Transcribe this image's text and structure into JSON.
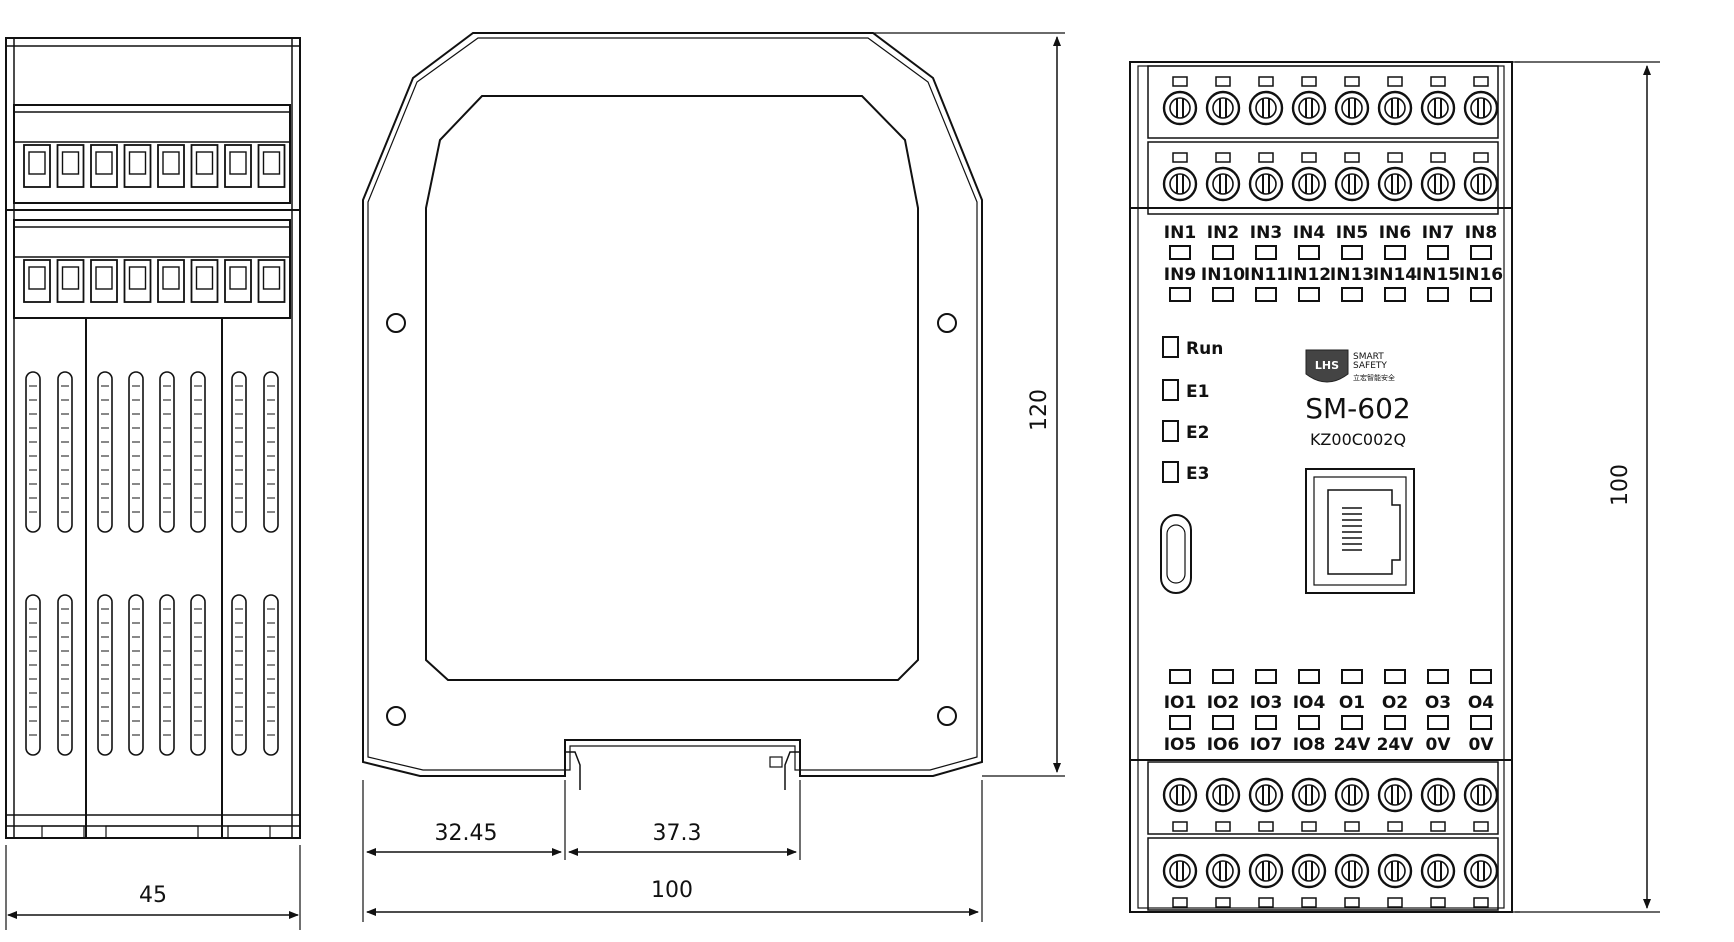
{
  "side_view": {
    "width_dim": "45"
  },
  "profile_view": {
    "height_dim": "120",
    "width_dim": "100",
    "left_offset_dim": "32.45",
    "rail_dim": "37.3"
  },
  "front_view": {
    "height_dim": "100",
    "model": "SM-602",
    "code": "KZ00C002Q",
    "logo_text_1": "SMART",
    "logo_text_2": "SAFETY",
    "logo_text_3": "立宏智能安全",
    "logo_mark": "LHS",
    "input_labels_row1": [
      "IN1",
      "IN2",
      "IN3",
      "IN4",
      "IN5",
      "IN6",
      "IN7",
      "IN8"
    ],
    "input_labels_row2": [
      "IN9",
      "IN10",
      "IN11",
      "IN12",
      "IN13",
      "IN14",
      "IN15",
      "IN16"
    ],
    "status_leds": [
      "Run",
      "E1",
      "E2",
      "E3"
    ],
    "output_labels_row1": [
      "IO1",
      "IO2",
      "IO3",
      "IO4",
      "O1",
      "O2",
      "O3",
      "O4"
    ],
    "output_labels_row2": [
      "IO5",
      "IO6",
      "IO7",
      "IO8",
      "24V",
      "24V",
      "0V",
      "0V"
    ]
  }
}
